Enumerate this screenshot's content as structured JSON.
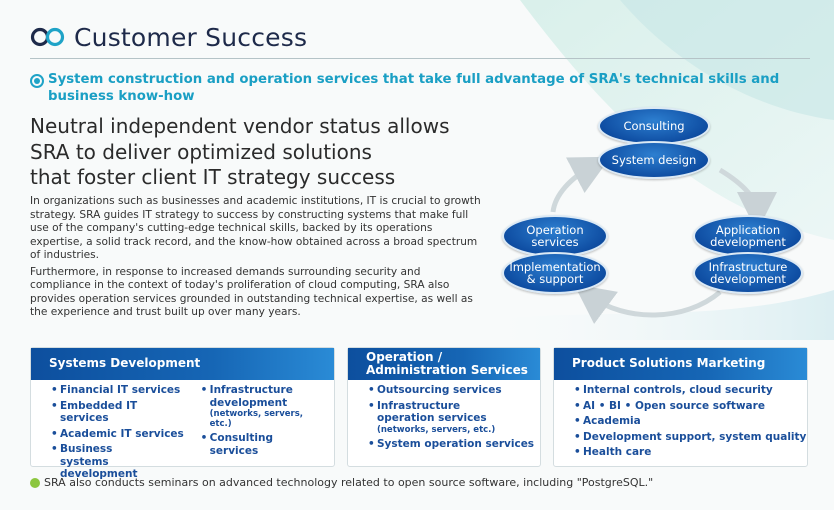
{
  "header": {
    "logo_icon": "sra-loop-logo-icon",
    "title": "Customer Success"
  },
  "subtitle": {
    "marker_icon": "double-circle-icon",
    "text": "System construction and operation services that take full advantage of SRA's technical skills and business know-how"
  },
  "lead": {
    "line1": "Neutral independent vendor status allows",
    "line2": "SRA to deliver optimized solutions",
    "line3": "that foster client IT strategy success"
  },
  "body": {
    "p1": "In organizations such as businesses and academic institutions, IT is crucial to growth strategy. SRA guides IT strategy to success by constructing systems that make full use of the company's cutting-edge technical skills, backed by its operations expertise, a solid track record, and the know-how obtained across a broad spectrum of industries.",
    "p2": "Furthermore, in response to increased demands surrounding security and compliance in the context of today's proliferation of cloud computing, SRA also provides operation services grounded in outstanding technical expertise, as well as the experience and trust built up over many years."
  },
  "cycle": {
    "consulting": "Consulting",
    "system_design": "System design",
    "operation_services": "Operation services",
    "implementation_support": "Implementation & support",
    "application_development": "Application development",
    "infrastructure_development": "Infrastructure development",
    "arrow_icon": "cycle-arrow-icon"
  },
  "cards": {
    "systems_development": {
      "title": "Systems Development",
      "col1": [
        "Financial IT services",
        "Embedded IT services",
        "Academic IT services",
        "Business systems development"
      ],
      "col2_item1": "Infrastructure development",
      "col2_item1_note": "(networks, servers, etc.)",
      "col2_item2": "Consulting services"
    },
    "operation_administration": {
      "title_line1": "Operation /",
      "title_line2": "Administration Services",
      "item1": "Outsourcing services",
      "item2": "Infrastructure operation services",
      "item2_note": "(networks, servers, etc.)",
      "item3": "System operation services"
    },
    "product_solutions": {
      "title": "Product Solutions Marketing",
      "items": [
        "Internal controls, cloud security",
        "AI  • BI  • Open source software",
        "Academia",
        "Development support, system quality",
        "Health care"
      ]
    }
  },
  "footnote": {
    "bullet_color": "#8cc63f",
    "text": "SRA also conducts seminars on advanced technology related to open source software, including \"PostgreSQL.\""
  },
  "colors": {
    "accent_cyan": "#1a9fc4",
    "node_blue": "#0f4ea3",
    "card_header_blue": "#0d4f9e",
    "card_text_blue": "#1a4e9a"
  }
}
